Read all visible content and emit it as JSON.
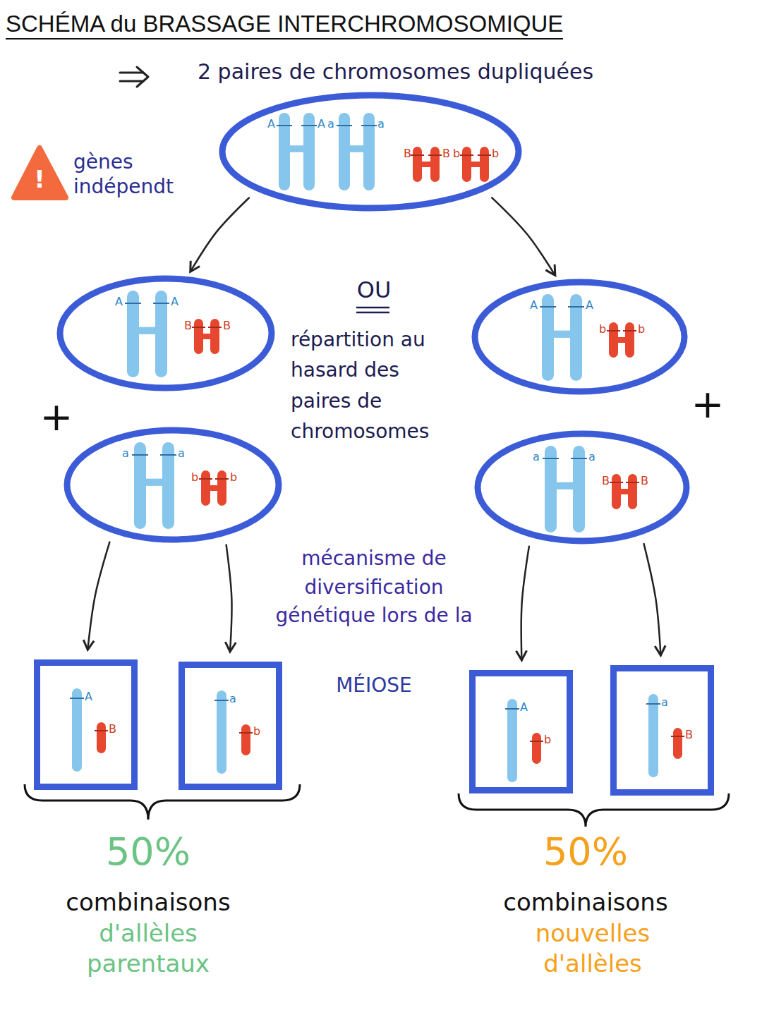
{
  "diagram": {
    "title": "SCHÉMA du BRASSAGE INTERCHROMOSOMIQUE",
    "nodes": [
      {
        "text": [
          "A",
          "A",
          "a",
          "a",
          "B",
          "B",
          "b",
          "b"
        ]
      },
      {
        "text": [
          "A",
          "A",
          "B",
          "B"
        ]
      },
      {
        "text": [
          "a",
          "a",
          "b",
          "b"
        ]
      },
      {
        "text": [
          "A",
          "A",
          "b",
          "b"
        ]
      },
      {
        "text": [
          "a",
          "a",
          "B",
          "B"
        ]
      },
      {
        "text": [
          "A",
          "B"
        ]
      },
      {
        "text": [
          "a",
          "b"
        ]
      },
      {
        "text": [
          "A",
          "b"
        ]
      },
      {
        "text": [
          "a",
          "B"
        ]
      }
    ],
    "edges": [
      {
        "from": 0,
        "to": 1,
        "arrow": "to"
      },
      {
        "from": 0,
        "to": 3,
        "arrow": "to"
      },
      {
        "from": 2,
        "to": 5,
        "arrow": "to"
      },
      {
        "from": 2,
        "to": 6,
        "arrow": "to"
      },
      {
        "from": 4,
        "to": 7,
        "arrow": "to"
      },
      {
        "from": 4,
        "to": 8,
        "arrow": "to"
      }
    ],
    "labels": [
      "2 paires de chromosomes dupliquées",
      "!",
      "gènes indépendt",
      "OU",
      "répartition au hasard des paires de chromosomes",
      "+",
      "+",
      "mécanisme de diversification génétique lors de la",
      "MÉIOSE",
      "50%",
      "combinaisons",
      "d'allèles parentaux",
      "50%",
      "combinaisons",
      "nouvelles d'allèles"
    ]
  }
}
